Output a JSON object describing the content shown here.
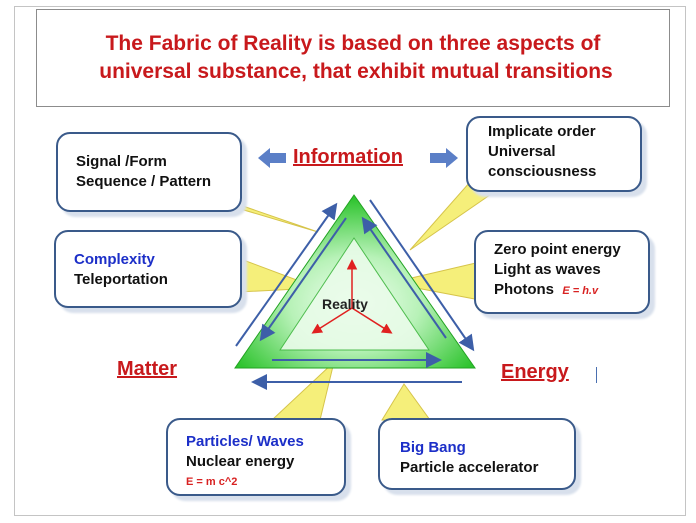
{
  "title": {
    "line1": "The Fabric of Reality is based on three aspects of",
    "line2": "universal substance, that exhibit mutual transitions"
  },
  "aspects": {
    "information": "Information",
    "matter": "Matter",
    "energy": "Energy"
  },
  "center": {
    "label": "Reality"
  },
  "callouts": {
    "signal_form": {
      "line1": "Signal /Form",
      "line2": "Sequence / Pattern"
    },
    "implicate_order": {
      "line1": "Implicate order",
      "line2": "Universal",
      "line3": "consciousness"
    },
    "complexity": {
      "line1": "Complexity",
      "line2": "Teleportation"
    },
    "zero_point": {
      "line1": "Zero point energy",
      "line2": "Light  as waves",
      "line3": "Photons",
      "formula": "E = h.v"
    },
    "particles_waves": {
      "line1": "Particles/ Waves",
      "line2": "Nuclear energy",
      "formula": "E = m c^2"
    },
    "big_bang": {
      "line1": "Big Bang",
      "line2": "Particle accelerator"
    }
  },
  "colors": {
    "title_red": "#c8191c",
    "triangle_green": "#33cc33",
    "triangle_light": "#e6fbe6",
    "arrow_blue": "#5b7fc7",
    "callout_border": "#3a5a8a",
    "callout_tail": "#f5ef7a"
  }
}
